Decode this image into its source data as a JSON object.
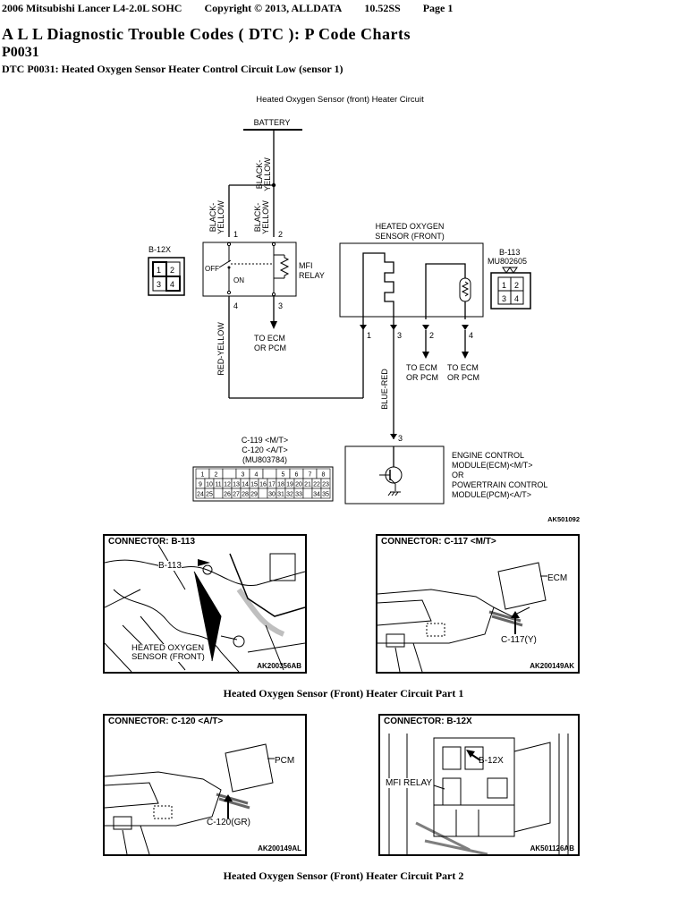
{
  "header": {
    "vehicle": "2006 Mitsubishi Lancer L4-2.0L SOHC",
    "copyright": "Copyright © 2013, ALLDATA",
    "version": "10.52SS",
    "page": "Page 1"
  },
  "title": "A L L  Diagnostic Trouble Codes ( DTC ): P Code Charts",
  "code": "P0031",
  "dtc_line": "DTC P0031: Heated Oxygen Sensor Heater Control Circuit Low (sensor 1)",
  "diagram": {
    "title": "Heated Oxygen Sensor (front)  Heater Circuit",
    "battery": "BATTERY",
    "wire_black_yellow_1": "BLACK-",
    "wire_black_yellow_2": "YELLOW",
    "wire_red_yellow": "RED-YELLOW",
    "wire_blue_red": "BLUE-RED",
    "b12x": "B-12X",
    "relay_off": "OFF",
    "relay_on": "ON",
    "relay_label_1": "MFI",
    "relay_label_2": "RELAY",
    "pin_1": "1",
    "pin_2": "2",
    "pin_3": "3",
    "pin_4": "4",
    "to_ecm_1": "TO ECM",
    "to_ecm_2": "OR PCM",
    "sensor_label_1": "HEATED OXYGEN",
    "sensor_label_2": "SENSOR (FRONT)",
    "b113": "B-113",
    "b113_part": "MU802605",
    "c119": "C-119 <M/T>",
    "c120": "C-120 <A/T>",
    "c_part": "(MU803784)",
    "ecm_1": "ENGINE CONTROL",
    "ecm_2": "MODULE(ECM)<M/T>",
    "ecm_3": "OR",
    "ecm_4": "POWERTRAIN CONTROL",
    "ecm_5": "MODULE(PCM)<A/T>",
    "diagram_id": "AK501092",
    "connector_row1": [
      "1",
      "2",
      "",
      "3",
      "4",
      "",
      "5",
      "6",
      "7",
      "8"
    ],
    "connector_row2": [
      "9",
      "10",
      "11",
      "12",
      "13",
      "14",
      "15",
      "16",
      "17",
      "18",
      "19",
      "20",
      "21",
      "22",
      "23"
    ],
    "connector_row3": [
      "24",
      "25",
      "",
      "26",
      "27",
      "28",
      "29",
      "",
      "30",
      "31",
      "32",
      "33",
      "",
      "34",
      "35"
    ]
  },
  "photos": {
    "p1": {
      "label": "CONNECTOR: B-113",
      "callout": "B-113",
      "sensor_1": "HEATED OXYGEN",
      "sensor_2": "SENSOR (FRONT)",
      "id": "AK200356AB"
    },
    "p2": {
      "label": "CONNECTOR: C-117 <M/T>",
      "part": "ECM",
      "callout": "C-117(Y)",
      "id": "AK200149AK"
    },
    "p3": {
      "label": "CONNECTOR: C-120 <A/T>",
      "part": "PCM",
      "callout": "C-120(GR)",
      "id": "AK200149AL"
    },
    "p4": {
      "label": "CONNECTOR: B-12X",
      "callout": "B-12X",
      "relay": "MFI RELAY",
      "id": "AK501126AB"
    }
  },
  "captions": {
    "part1": "Heated Oxygen Sensor (Front) Heater Circuit Part 1",
    "part2": "Heated Oxygen Sensor (Front) Heater Circuit Part 2"
  }
}
